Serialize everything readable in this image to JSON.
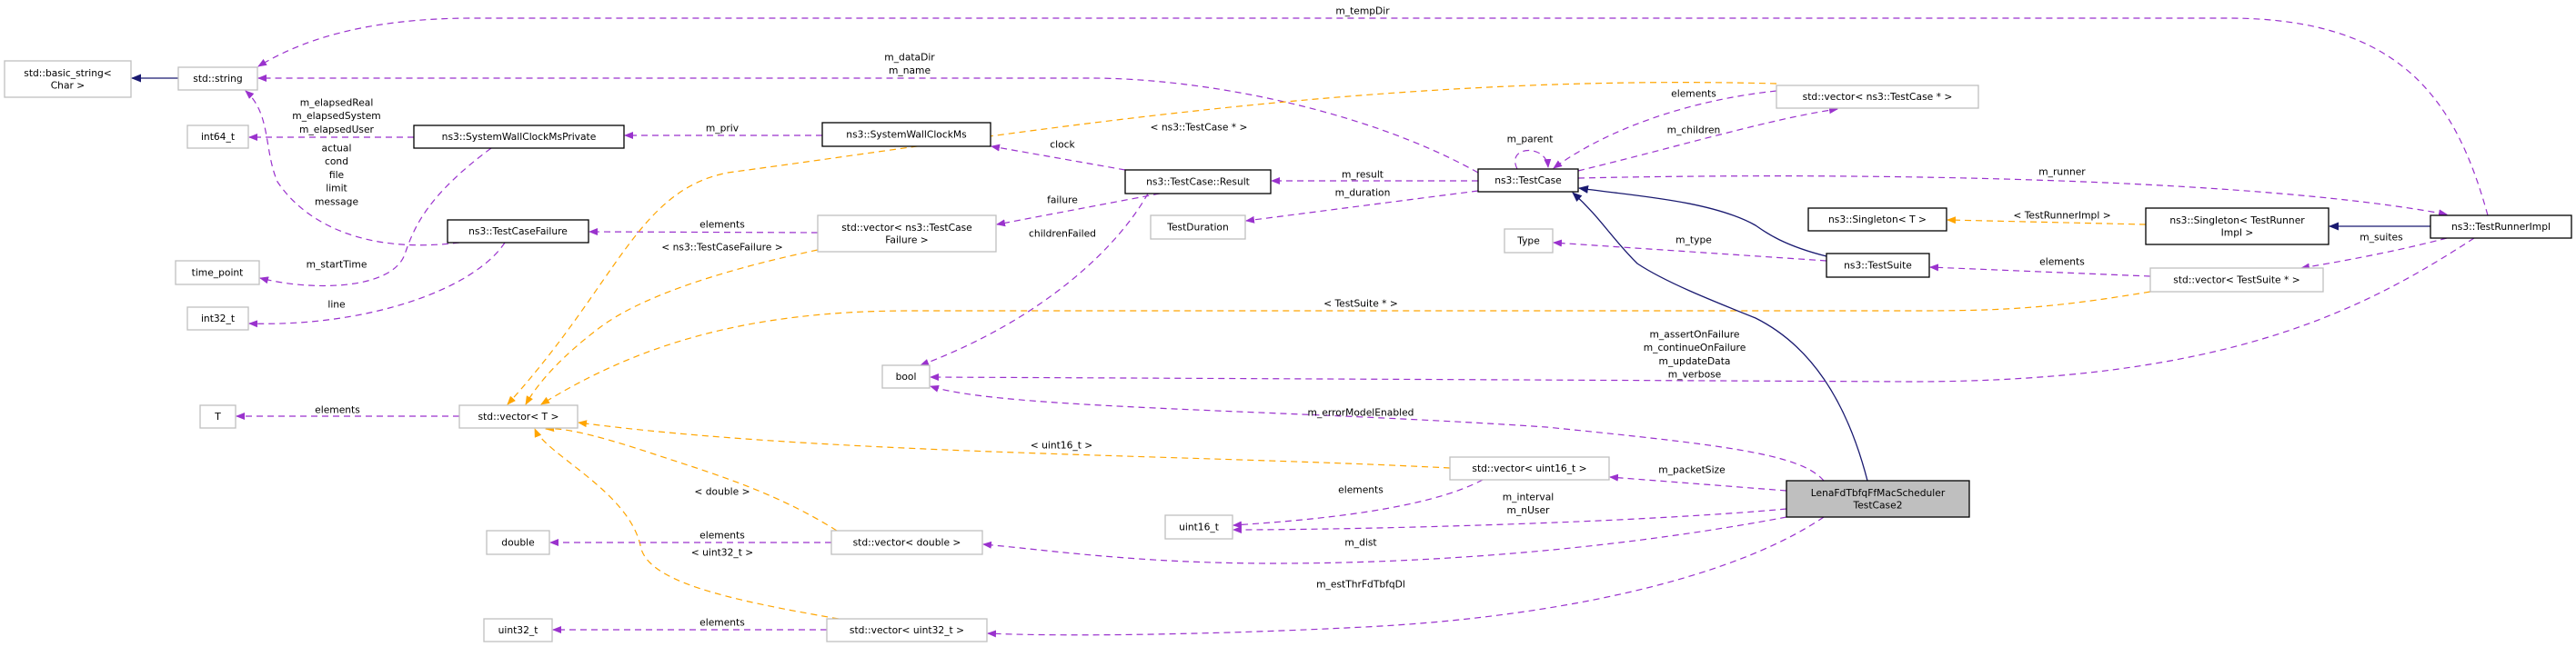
{
  "colors": {
    "usage_edge": "#9a32cd",
    "template_edge": "#ffa500",
    "inheritance_edge": "#191970",
    "focus_fill": "#bfbfbf",
    "external_border": "#bfbfbf",
    "documented_border": "#000000"
  },
  "nodes": [
    {
      "id": "basic_string",
      "lines": [
        "std::basic_string<",
        "Char >"
      ],
      "kind": "external"
    },
    {
      "id": "string",
      "lines": [
        "std::string"
      ],
      "kind": "external"
    },
    {
      "id": "int64_t",
      "lines": [
        "int64_t"
      ],
      "kind": "external"
    },
    {
      "id": "SystemWallClockMsPrivate",
      "lines": [
        "ns3::SystemWallClockMsPrivate"
      ],
      "kind": "documented"
    },
    {
      "id": "SystemWallClockMs",
      "lines": [
        "ns3::SystemWallClockMs"
      ],
      "kind": "documented"
    },
    {
      "id": "TestCaseFailure",
      "lines": [
        "ns3::TestCaseFailure"
      ],
      "kind": "documented"
    },
    {
      "id": "time_point",
      "lines": [
        "time_point"
      ],
      "kind": "external"
    },
    {
      "id": "int32_t",
      "lines": [
        "int32_t"
      ],
      "kind": "external"
    },
    {
      "id": "vector_TestCaseFailure",
      "lines": [
        "std::vector< ns3::TestCase",
        "Failure >"
      ],
      "kind": "external"
    },
    {
      "id": "TestCase_Result",
      "lines": [
        "ns3::TestCase::Result"
      ],
      "kind": "documented"
    },
    {
      "id": "TestCase",
      "lines": [
        "ns3::TestCase"
      ],
      "kind": "documented"
    },
    {
      "id": "TestDuration",
      "lines": [
        "TestDuration"
      ],
      "kind": "external"
    },
    {
      "id": "Type",
      "lines": [
        "Type"
      ],
      "kind": "external"
    },
    {
      "id": "vector_TestCasePtr",
      "lines": [
        "std::vector< ns3::TestCase * >"
      ],
      "kind": "external"
    },
    {
      "id": "Singleton_T",
      "lines": [
        "ns3::Singleton< T >"
      ],
      "kind": "documented"
    },
    {
      "id": "Singleton_TestRunnerImpl",
      "lines": [
        "ns3::Singleton< TestRunner",
        "Impl >"
      ],
      "kind": "documented"
    },
    {
      "id": "TestRunnerImpl",
      "lines": [
        "ns3::TestRunnerImpl"
      ],
      "kind": "documented"
    },
    {
      "id": "TestSuite",
      "lines": [
        "ns3::TestSuite"
      ],
      "kind": "documented"
    },
    {
      "id": "vector_TestSuitePtr",
      "lines": [
        "std::vector< TestSuite * >"
      ],
      "kind": "external"
    },
    {
      "id": "bool",
      "lines": [
        "bool"
      ],
      "kind": "external"
    },
    {
      "id": "vector_T",
      "lines": [
        "std::vector< T >"
      ],
      "kind": "external"
    },
    {
      "id": "T",
      "lines": [
        "T"
      ],
      "kind": "external"
    },
    {
      "id": "vector_uint16",
      "lines": [
        "std::vector< uint16_t >"
      ],
      "kind": "external"
    },
    {
      "id": "LenaFdTbfqFfMacSchedulerTestCase2",
      "lines": [
        "LenaFdTbfqFfMacScheduler",
        "TestCase2"
      ],
      "kind": "focus"
    },
    {
      "id": "uint16_t",
      "lines": [
        "uint16_t"
      ],
      "kind": "external"
    },
    {
      "id": "double",
      "lines": [
        "double"
      ],
      "kind": "external"
    },
    {
      "id": "vector_double",
      "lines": [
        "std::vector< double >"
      ],
      "kind": "external"
    },
    {
      "id": "uint32_t",
      "lines": [
        "uint32_t"
      ],
      "kind": "external"
    },
    {
      "id": "vector_uint32",
      "lines": [
        "std::vector< uint32_t >"
      ],
      "kind": "external"
    }
  ],
  "edges": [
    {
      "from": "string",
      "to": "basic_string",
      "type": "inheritance",
      "labels": []
    },
    {
      "from": "TestCase",
      "to": "string",
      "type": "usage",
      "labels": [
        "m_dataDir",
        "m_name"
      ]
    },
    {
      "from": "TestRunnerImpl",
      "to": "string",
      "type": "usage",
      "labels": [
        "m_tempDir"
      ]
    },
    {
      "from": "SystemWallClockMsPrivate",
      "to": "int64_t",
      "type": "usage",
      "labels": [
        "m_elapsedReal",
        "m_elapsedSystem",
        "m_elapsedUser"
      ]
    },
    {
      "from": "TestCaseFailure",
      "to": "string",
      "type": "usage",
      "labels": [
        "actual",
        "cond",
        "file",
        "limit",
        "message"
      ]
    },
    {
      "from": "SystemWallClockMsPrivate",
      "to": "time_point",
      "type": "usage",
      "labels": [
        "m_startTime"
      ]
    },
    {
      "from": "TestCaseFailure",
      "to": "int32_t",
      "type": "usage",
      "labels": [
        "line"
      ]
    },
    {
      "from": "SystemWallClockMs",
      "to": "SystemWallClockMsPrivate",
      "type": "usage",
      "labels": [
        "m_priv"
      ]
    },
    {
      "from": "TestCase_Result",
      "to": "SystemWallClockMs",
      "type": "usage",
      "labels": [
        "clock"
      ]
    },
    {
      "from": "TestCase_Result",
      "to": "vector_TestCaseFailure",
      "type": "usage",
      "labels": [
        "failure"
      ]
    },
    {
      "from": "vector_TestCaseFailure",
      "to": "TestCaseFailure",
      "type": "usage",
      "labels": [
        "elements"
      ]
    },
    {
      "from": "TestCase_Result",
      "to": "bool",
      "type": "usage",
      "labels": [
        "childrenFailed"
      ]
    },
    {
      "from": "TestCase",
      "to": "TestCase_Result",
      "type": "usage",
      "labels": [
        "m_result"
      ]
    },
    {
      "from": "TestCase",
      "to": "TestDuration",
      "type": "usage",
      "labels": [
        "m_duration"
      ]
    },
    {
      "from": "TestCase",
      "to": "TestCase",
      "type": "usage",
      "labels": [
        "m_parent"
      ]
    },
    {
      "from": "vector_TestCasePtr",
      "to": "TestCase",
      "type": "usage",
      "labels": [
        "elements"
      ]
    },
    {
      "from": "TestCase",
      "to": "vector_TestCasePtr",
      "type": "usage",
      "labels": [
        "m_children"
      ]
    },
    {
      "from": "vector_TestCasePtr",
      "to": "vector_T",
      "type": "template",
      "labels": [
        "< ns3::TestCase * >"
      ]
    },
    {
      "from": "vector_TestCaseFailure",
      "to": "vector_T",
      "type": "template",
      "labels": [
        "< ns3::TestCaseFailure >"
      ]
    },
    {
      "from": "vector_TestSuitePtr",
      "to": "vector_T",
      "type": "template",
      "labels": [
        "< TestSuite * >"
      ]
    },
    {
      "from": "vector_uint16",
      "to": "vector_T",
      "type": "template",
      "labels": [
        "< uint16_t >"
      ]
    },
    {
      "from": "vector_double",
      "to": "vector_T",
      "type": "template",
      "labels": [
        "< double >"
      ]
    },
    {
      "from": "vector_uint32",
      "to": "vector_T",
      "type": "template",
      "labels": [
        "< uint32_t >"
      ]
    },
    {
      "from": "vector_T",
      "to": "T",
      "type": "usage",
      "labels": [
        "elements"
      ]
    },
    {
      "from": "TestCase",
      "to": "TestRunnerImpl",
      "type": "usage",
      "labels": [
        "m_runner"
      ]
    },
    {
      "from": "Singleton_TestRunnerImpl",
      "to": "Singleton_T",
      "type": "template",
      "labels": [
        "< TestRunnerImpl >"
      ]
    },
    {
      "from": "TestRunnerImpl",
      "to": "Singleton_TestRunnerImpl",
      "type": "inheritance",
      "labels": []
    },
    {
      "from": "TestRunnerImpl",
      "to": "vector_TestSuitePtr",
      "type": "usage",
      "labels": [
        "m_suites"
      ]
    },
    {
      "from": "vector_TestSuitePtr",
      "to": "TestSuite",
      "type": "usage",
      "labels": [
        "elements"
      ]
    },
    {
      "from": "TestSuite",
      "to": "Type",
      "type": "usage",
      "labels": [
        "m_type"
      ]
    },
    {
      "from": "TestSuite",
      "to": "TestCase",
      "type": "inheritance",
      "labels": []
    },
    {
      "from": "LenaFdTbfqFfMacSchedulerTestCase2",
      "to": "TestCase",
      "type": "inheritance",
      "labels": []
    },
    {
      "from": "TestRunnerImpl",
      "to": "bool",
      "type": "usage",
      "labels": [
        "m_assertOnFailure",
        "m_continueOnFailure",
        "m_updateData",
        "m_verbose"
      ]
    },
    {
      "from": "LenaFdTbfqFfMacSchedulerTestCase2",
      "to": "bool",
      "type": "usage",
      "labels": [
        "m_errorModelEnabled"
      ]
    },
    {
      "from": "LenaFdTbfqFfMacSchedulerTestCase2",
      "to": "vector_uint16",
      "type": "usage",
      "labels": [
        "m_packetSize"
      ]
    },
    {
      "from": "vector_uint16",
      "to": "uint16_t",
      "type": "usage",
      "labels": [
        "elements"
      ]
    },
    {
      "from": "LenaFdTbfqFfMacSchedulerTestCase2",
      "to": "uint16_t",
      "type": "usage",
      "labels": [
        "m_interval",
        "m_nUser"
      ]
    },
    {
      "from": "LenaFdTbfqFfMacSchedulerTestCase2",
      "to": "vector_double",
      "type": "usage",
      "labels": [
        "m_dist"
      ]
    },
    {
      "from": "vector_double",
      "to": "double",
      "type": "usage",
      "labels": [
        "elements"
      ]
    },
    {
      "from": "LenaFdTbfqFfMacSchedulerTestCase2",
      "to": "vector_uint32",
      "type": "usage",
      "labels": [
        "m_estThrFdTbfqDl"
      ]
    },
    {
      "from": "vector_uint32",
      "to": "uint32_t",
      "type": "usage",
      "labels": [
        "elements"
      ]
    }
  ]
}
